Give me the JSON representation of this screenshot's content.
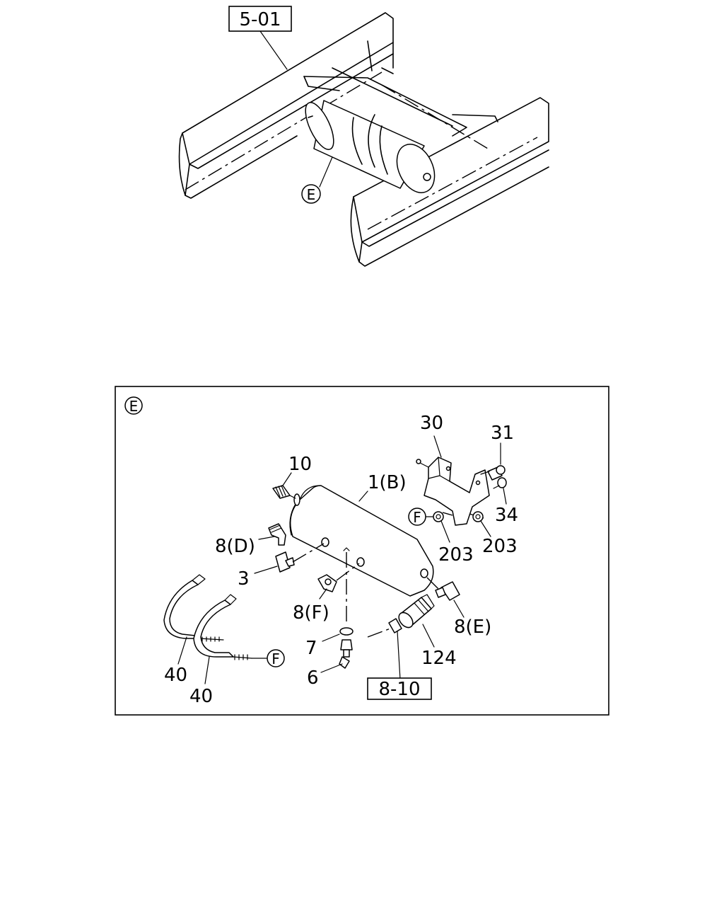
{
  "overview": {
    "ref_box": "5-01",
    "callout": "E"
  },
  "detail": {
    "view_label": "E",
    "ref_box": "8-10",
    "labels": {
      "p1": "1(B)",
      "p3": "3",
      "p6": "6",
      "p7": "7",
      "p8d": "8(D)",
      "p8e": "8(E)",
      "p8f": "8(F)",
      "p10": "10",
      "p30": "30",
      "p31": "31",
      "p34": "34",
      "p40a": "40",
      "p40b": "40",
      "p124": "124",
      "p203a": "203",
      "p203b": "203"
    },
    "callout_f1": "F",
    "callout_f2": "F"
  }
}
